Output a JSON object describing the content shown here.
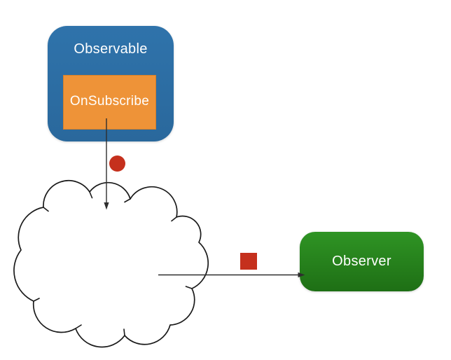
{
  "nodes": {
    "observable": {
      "label": "Observable"
    },
    "onsubscribe": {
      "label": "OnSubscribe"
    },
    "observer": {
      "label": "Observer"
    }
  },
  "colors": {
    "observable-blue": "#2F73AB",
    "observable-blue-deep": "#2A689C",
    "onsubscribe-orange": "#EE9338",
    "observer-green-top": "#2F9424",
    "observer-green-bottom": "#1E6F15",
    "marker-red": "#C5301D",
    "line-color": "#2E2E2E",
    "cloud-stroke": "#1A1A1A",
    "label-text": "#FFFFFF"
  }
}
